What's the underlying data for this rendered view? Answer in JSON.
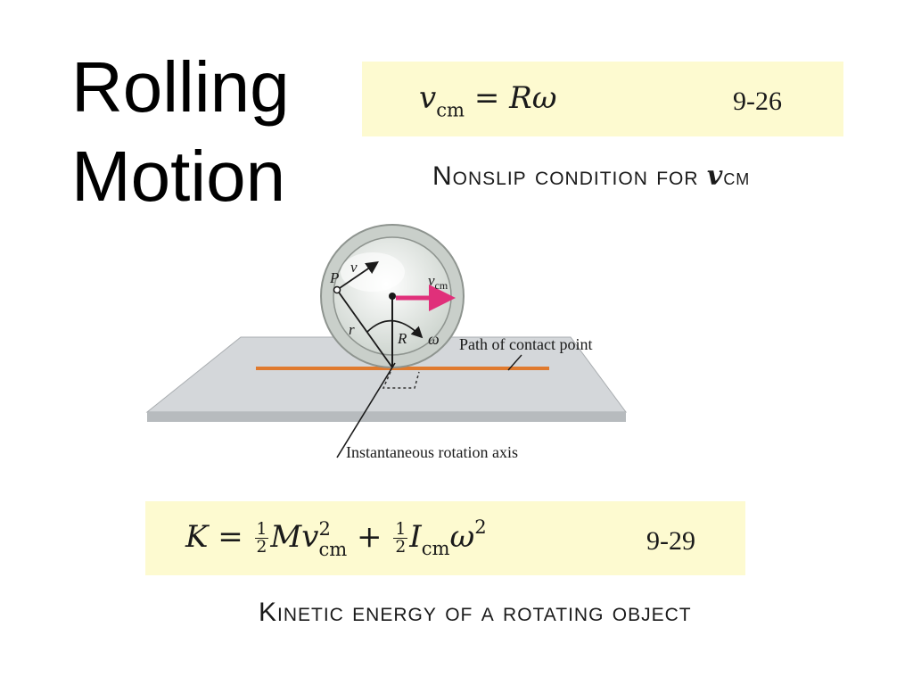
{
  "slide": {
    "title_line1": "Rolling",
    "title_line2": "Motion"
  },
  "equation1": {
    "v": "v",
    "sub_cm": "cm",
    "eq": " = ",
    "R": "R",
    "omega": "ω",
    "number": "9-26",
    "caption": "Nonslip condition for",
    "caption_v": "v",
    "caption_sub": "CM",
    "box_color": "#fdfad0"
  },
  "equation2": {
    "K": "K",
    "eq": " = ",
    "half_num": "1",
    "half_den": "2",
    "M": "M",
    "v": "v",
    "sup2": "2",
    "sub_cm": "cm",
    "plus": " + ",
    "I": "I",
    "omega": "ω",
    "number": "9-29",
    "caption": "Kinetic energy of a rotating object",
    "box_color": "#fdfad0"
  },
  "diagram": {
    "label_P": "P",
    "label_v": "v",
    "label_vcm": "v",
    "label_vcm_sub": "cm",
    "label_r": "r",
    "label_R": "R",
    "label_omega": "ω",
    "label_path": "Path of contact point",
    "label_axis": "Instantaneous rotation axis",
    "colors": {
      "plane": "#d4d7da",
      "plane_edge": "#b5b8bb",
      "path": "#e07a2e",
      "vcm_arrow": "#e0307a",
      "wheel_rim": "#c9cfca",
      "wheel_inner": "#eef1ee"
    }
  }
}
